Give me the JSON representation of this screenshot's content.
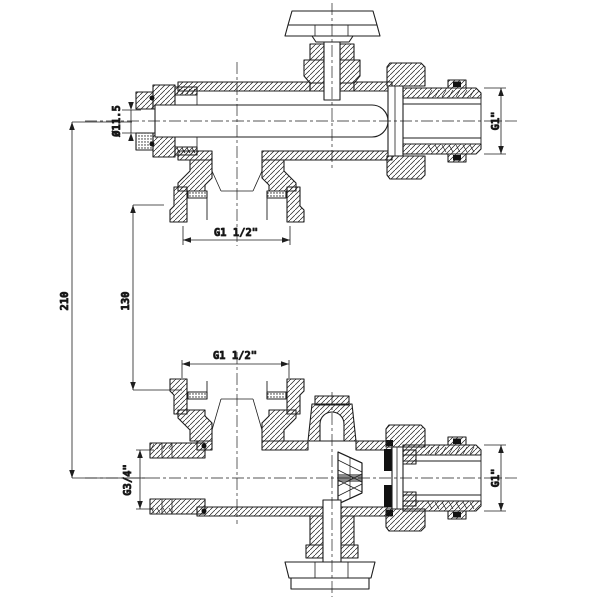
{
  "drawing": {
    "background": "#ffffff",
    "line_color": "#1e1e1e",
    "dims": {
      "inlet_bore": "Ø11.5",
      "center_distance": "210",
      "face_distance": "130",
      "top_branch": "G1 1/2\"",
      "top_outlet": "G1\"",
      "bottom_branch": "G1 1/2\"",
      "bottom_inlet": "G3/4\"",
      "bottom_outlet": "G1\""
    }
  }
}
